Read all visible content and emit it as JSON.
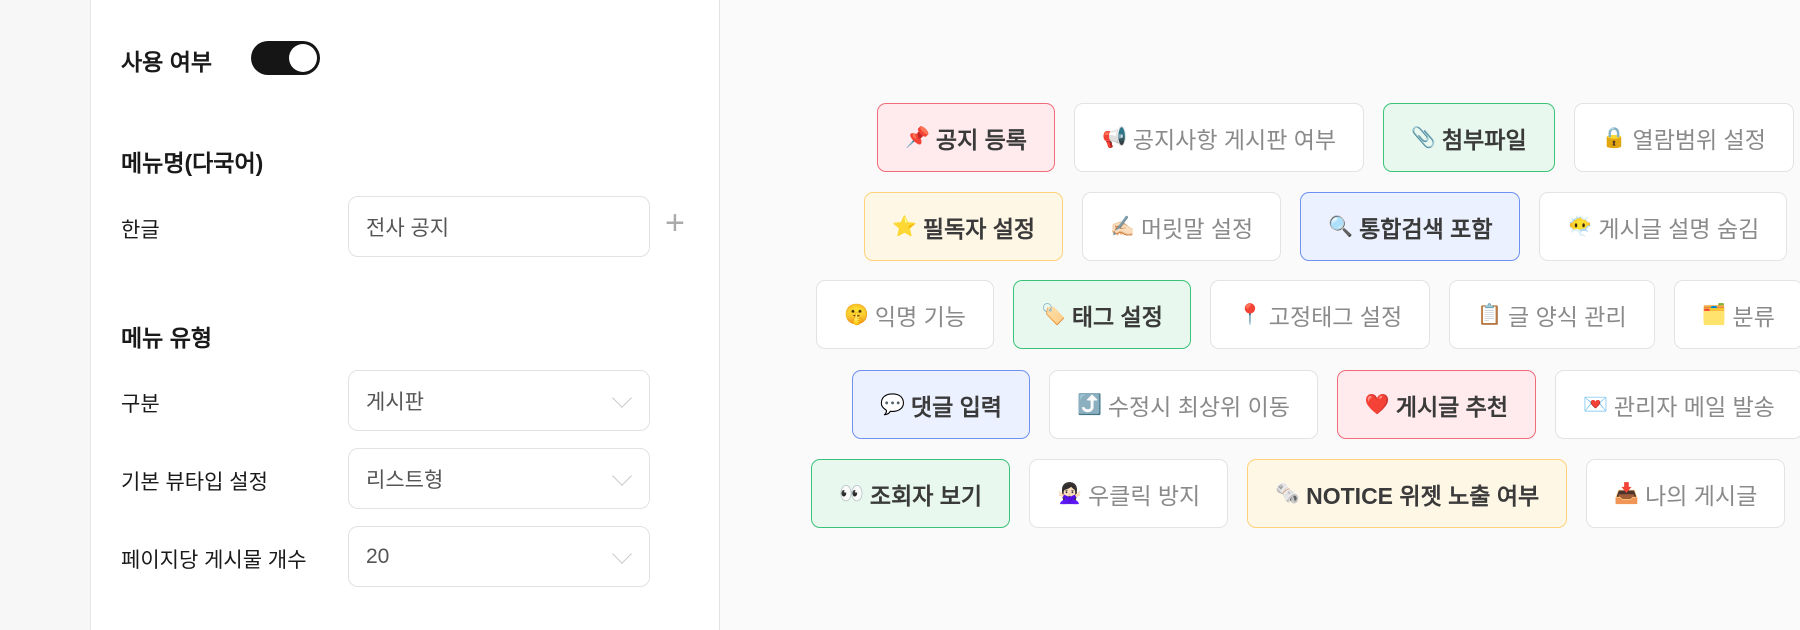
{
  "settings": {
    "use_label": "사용 여부",
    "use_enabled": true,
    "menu_name_heading": "메뉴명(다국어)",
    "korean_label": "한글",
    "korean_value": "전사 공지",
    "menu_type_heading": "메뉴 유형",
    "category_label": "구분",
    "category_value": "게시판",
    "view_type_label": "기본 뷰타입 설정",
    "view_type_value": "리스트형",
    "per_page_label": "페이지당 게시물 개수",
    "per_page_value": "20"
  },
  "tag_rows": [
    [
      {
        "icon": "📌",
        "label": "공지 등록",
        "active": true,
        "color": "red"
      },
      {
        "icon": "📢",
        "label": "공지사항 게시판 여부",
        "active": false
      },
      {
        "icon": "📎",
        "label": "첨부파일",
        "active": true,
        "color": "green"
      },
      {
        "icon": "🔒",
        "label": "열람범위 설정",
        "active": false
      }
    ],
    [
      {
        "icon": "⭐",
        "label": "필독자 설정",
        "active": true,
        "color": "yellow"
      },
      {
        "icon": "✍🏻",
        "label": "머릿말 설정",
        "active": false
      },
      {
        "icon": "🔍",
        "label": "통합검색 포함",
        "active": true,
        "color": "blue"
      },
      {
        "icon": "😶‍🌫️",
        "label": "게시글 설명 숨김",
        "active": false
      }
    ],
    [
      {
        "icon": "🤫",
        "label": "익명 기능",
        "active": false
      },
      {
        "icon": "🏷️",
        "label": "태그 설정",
        "active": true,
        "color": "green"
      },
      {
        "icon": "📍",
        "label": "고정태그 설정",
        "active": false
      },
      {
        "icon": "📋",
        "label": "글 양식 관리",
        "active": false
      },
      {
        "icon": "🗂️",
        "label": "분류",
        "active": false
      }
    ],
    [
      {
        "icon": "💬",
        "label": "댓글 입력",
        "active": true,
        "color": "blue"
      },
      {
        "icon": "⤴️",
        "label": "수정시 최상위 이동",
        "active": false
      },
      {
        "icon": "❤️",
        "label": "게시글 추천",
        "active": true,
        "color": "red"
      },
      {
        "icon": "💌",
        "label": "관리자 메일 발송",
        "active": false
      }
    ],
    [
      {
        "icon": "👀",
        "label": "조회자 보기",
        "active": true,
        "color": "green"
      },
      {
        "icon": "🙅🏻‍♀️",
        "label": "우클릭 방지",
        "active": false
      },
      {
        "icon": "🗞️",
        "label": "NOTICE 위젯 노출 여부",
        "active": true,
        "color": "yellow"
      },
      {
        "icon": "📥",
        "label": "나의 게시글",
        "active": false
      }
    ]
  ]
}
